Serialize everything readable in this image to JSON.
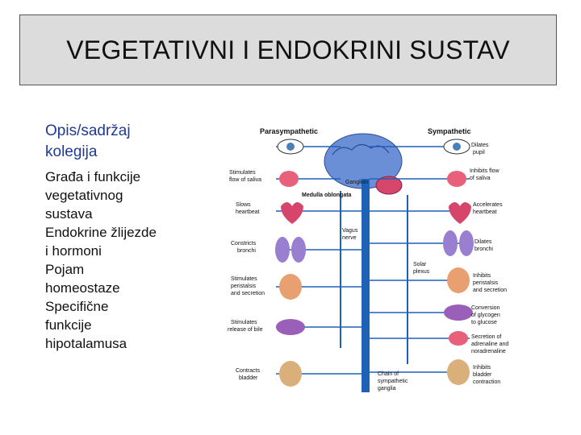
{
  "slide": {
    "title": "VEGETATIVNI I ENDOKRINI SUSTAV",
    "heading_line1": "Opis/sadržaj",
    "heading_line2": "kolegija",
    "lines": [
      "Građa  i funkcije",
      "vegetativnog",
      "sustava",
      "Endokrine žlijezde",
      "i hormoni",
      "Pojam",
      "homeostaze",
      "Specifične",
      "funkcije",
      "hipotalamusa"
    ]
  },
  "diagram": {
    "parasympathetic": "Parasympathetic",
    "sympathetic": "Sympathetic",
    "labels_left": [
      "Stimulates",
      "flow of saliva",
      "Slows",
      "heartbeat",
      "Constricts",
      "bronchi",
      "Stimulates",
      "peristalsis",
      "and secretion",
      "Stimulates",
      "release of bile",
      "Contracts",
      "bladder"
    ],
    "labels_right": [
      "Dilates",
      "pupil",
      "Inhibits flow",
      "of saliva",
      "Accelerates",
      "heartbeat",
      "Dilates",
      "bronchi",
      "Inhibits",
      "peristalsis",
      "and secretion",
      "Conversion",
      "of glycogen",
      "to glucose",
      "Secretion of",
      "adrenaline and",
      "noradrenaline",
      "Inhibits",
      "bladder",
      "contraction"
    ],
    "labels_center": [
      "Ganglion",
      "Medulla oblongata",
      "Vagus",
      "nerve",
      "Solar",
      "plexus",
      "Chain of",
      "sympathetic",
      "ganglia"
    ],
    "colors": {
      "nerve": "#1e62b8",
      "brain": "#6b8fd6",
      "organ_pink": "#e8607a",
      "organ_violet": "#9a7fd1",
      "organ_tan": "#d9b07a"
    }
  }
}
